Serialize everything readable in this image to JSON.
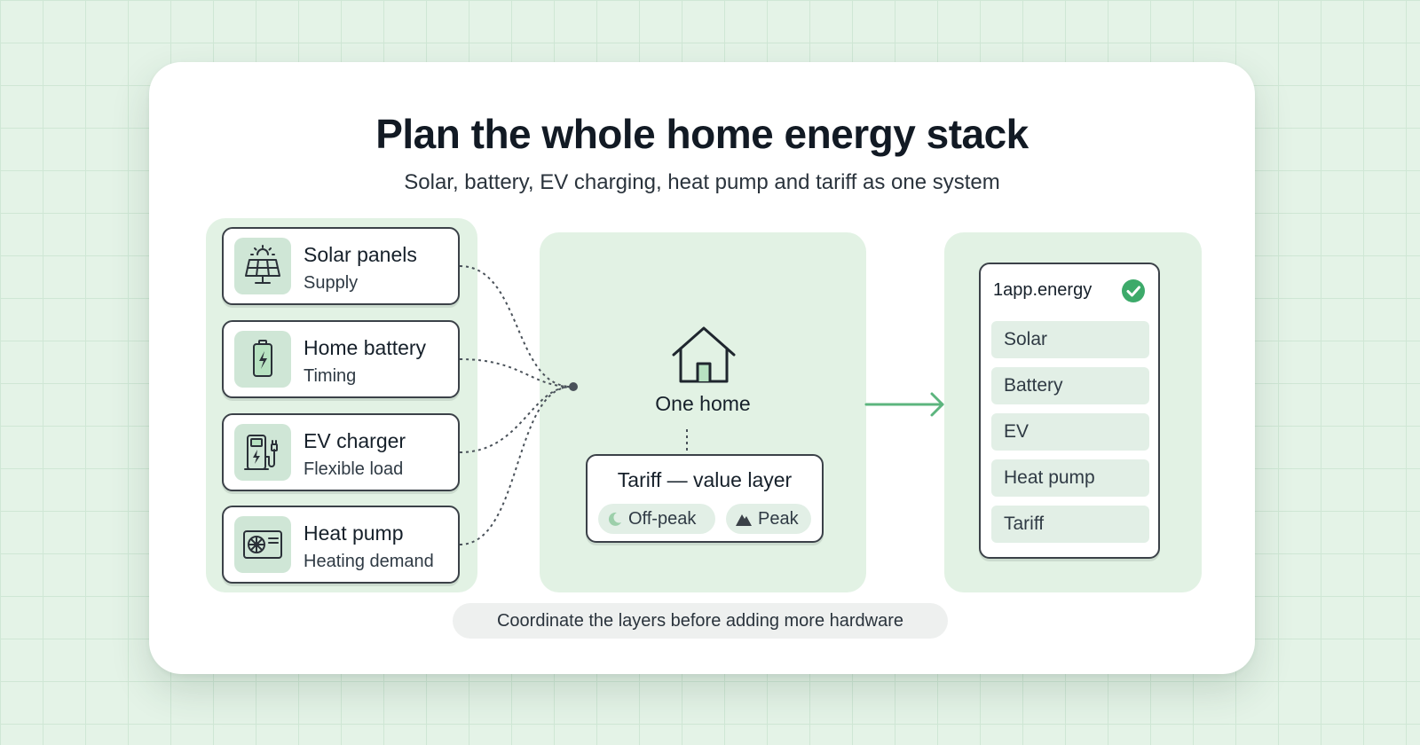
{
  "header": {
    "title": "Plan the whole home energy stack",
    "subtitle": "Solar, battery, EV charging, heat pump and tariff as one system"
  },
  "sources": [
    {
      "title": "Solar panels",
      "subtitle": "Supply",
      "icon": "solar-panel-icon"
    },
    {
      "title": "Home battery",
      "subtitle": "Timing",
      "icon": "battery-icon"
    },
    {
      "title": "EV charger",
      "subtitle": "Flexible load",
      "icon": "ev-charger-icon"
    },
    {
      "title": "Heat pump",
      "subtitle": "Heating demand",
      "icon": "heat-pump-icon"
    }
  ],
  "hub": {
    "label": "One home",
    "icon": "house-icon",
    "tariff": {
      "title": "Tariff — value layer",
      "off_peak": "Off-peak",
      "peak": "Peak"
    }
  },
  "app": {
    "title": "1app.energy",
    "items": [
      "Solar",
      "Battery",
      "EV",
      "Heat pump",
      "Tariff"
    ]
  },
  "footer": {
    "note": "Coordinate the layers before adding more hardware"
  },
  "colors": {
    "background": "#e4f3e7",
    "panel": "#e2f2e4",
    "accent_green": "#3daa6a",
    "arrow_green": "#5cb57e"
  }
}
